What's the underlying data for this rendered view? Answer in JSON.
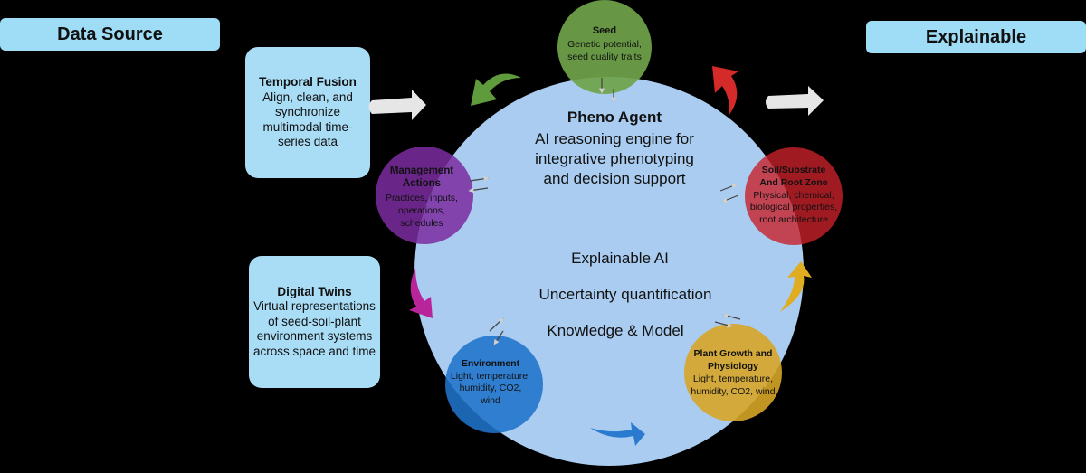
{
  "headers": {
    "left": "Data Source",
    "right": "Explainable"
  },
  "temporal_fusion": {
    "title": "Temporal Fusion",
    "lines": [
      "Align, clean, and",
      "synchronize",
      "multimodal time-",
      "series data"
    ]
  },
  "digital_twins": {
    "title": "Digital Twins",
    "lines": [
      "Virtual representations",
      "of seed-soil-plant",
      "environment systems",
      "across space and time"
    ]
  },
  "center": {
    "title": "Pheno Agent",
    "subtitle_lines": [
      "AI reasoning engine for",
      "integrative phenotyping",
      "and decision support"
    ],
    "capabilities": [
      "Explainable AI",
      "Uncertainty quantification",
      "Knowledge & Model"
    ]
  },
  "nodes": {
    "seed": {
      "title": "Seed",
      "lines": [
        "Genetic potential,",
        "seed quality traits"
      ],
      "color": "#6fa34a"
    },
    "soil": {
      "title_lines": [
        "Soil/Substrate",
        "And Root Zone"
      ],
      "lines": [
        "Physical, chemical,",
        "biological properties,",
        "root architecture"
      ],
      "color": "#c8202a"
    },
    "plant": {
      "title_lines": [
        "Plant Growth and",
        "Physiology"
      ],
      "lines": [
        "Light, temperature,",
        "humidity, CO2, wind"
      ],
      "color": "#d6a526"
    },
    "environment": {
      "title": "Environment",
      "lines": [
        "Light, temperature,",
        "humidity, CO2,",
        "wind"
      ],
      "color": "#1f73c9"
    },
    "management": {
      "title_lines": [
        "Management",
        "Actions"
      ],
      "lines": [
        "Practices, inputs,",
        "operations,",
        "schedules"
      ],
      "color": "#7b2ca0"
    }
  },
  "colors": {
    "background": "#000000",
    "header": "#9fdcf6",
    "card": "#a9ddf6",
    "main_circle": "#a9ccf0",
    "arrow_gray": "#e6e6e6",
    "arrow_green": "#5f9a3c",
    "arrow_red": "#d42a2a",
    "arrow_yellow": "#e0ad22",
    "arrow_blue": "#2a7bd0",
    "arrow_magenta": "#b8249a"
  }
}
